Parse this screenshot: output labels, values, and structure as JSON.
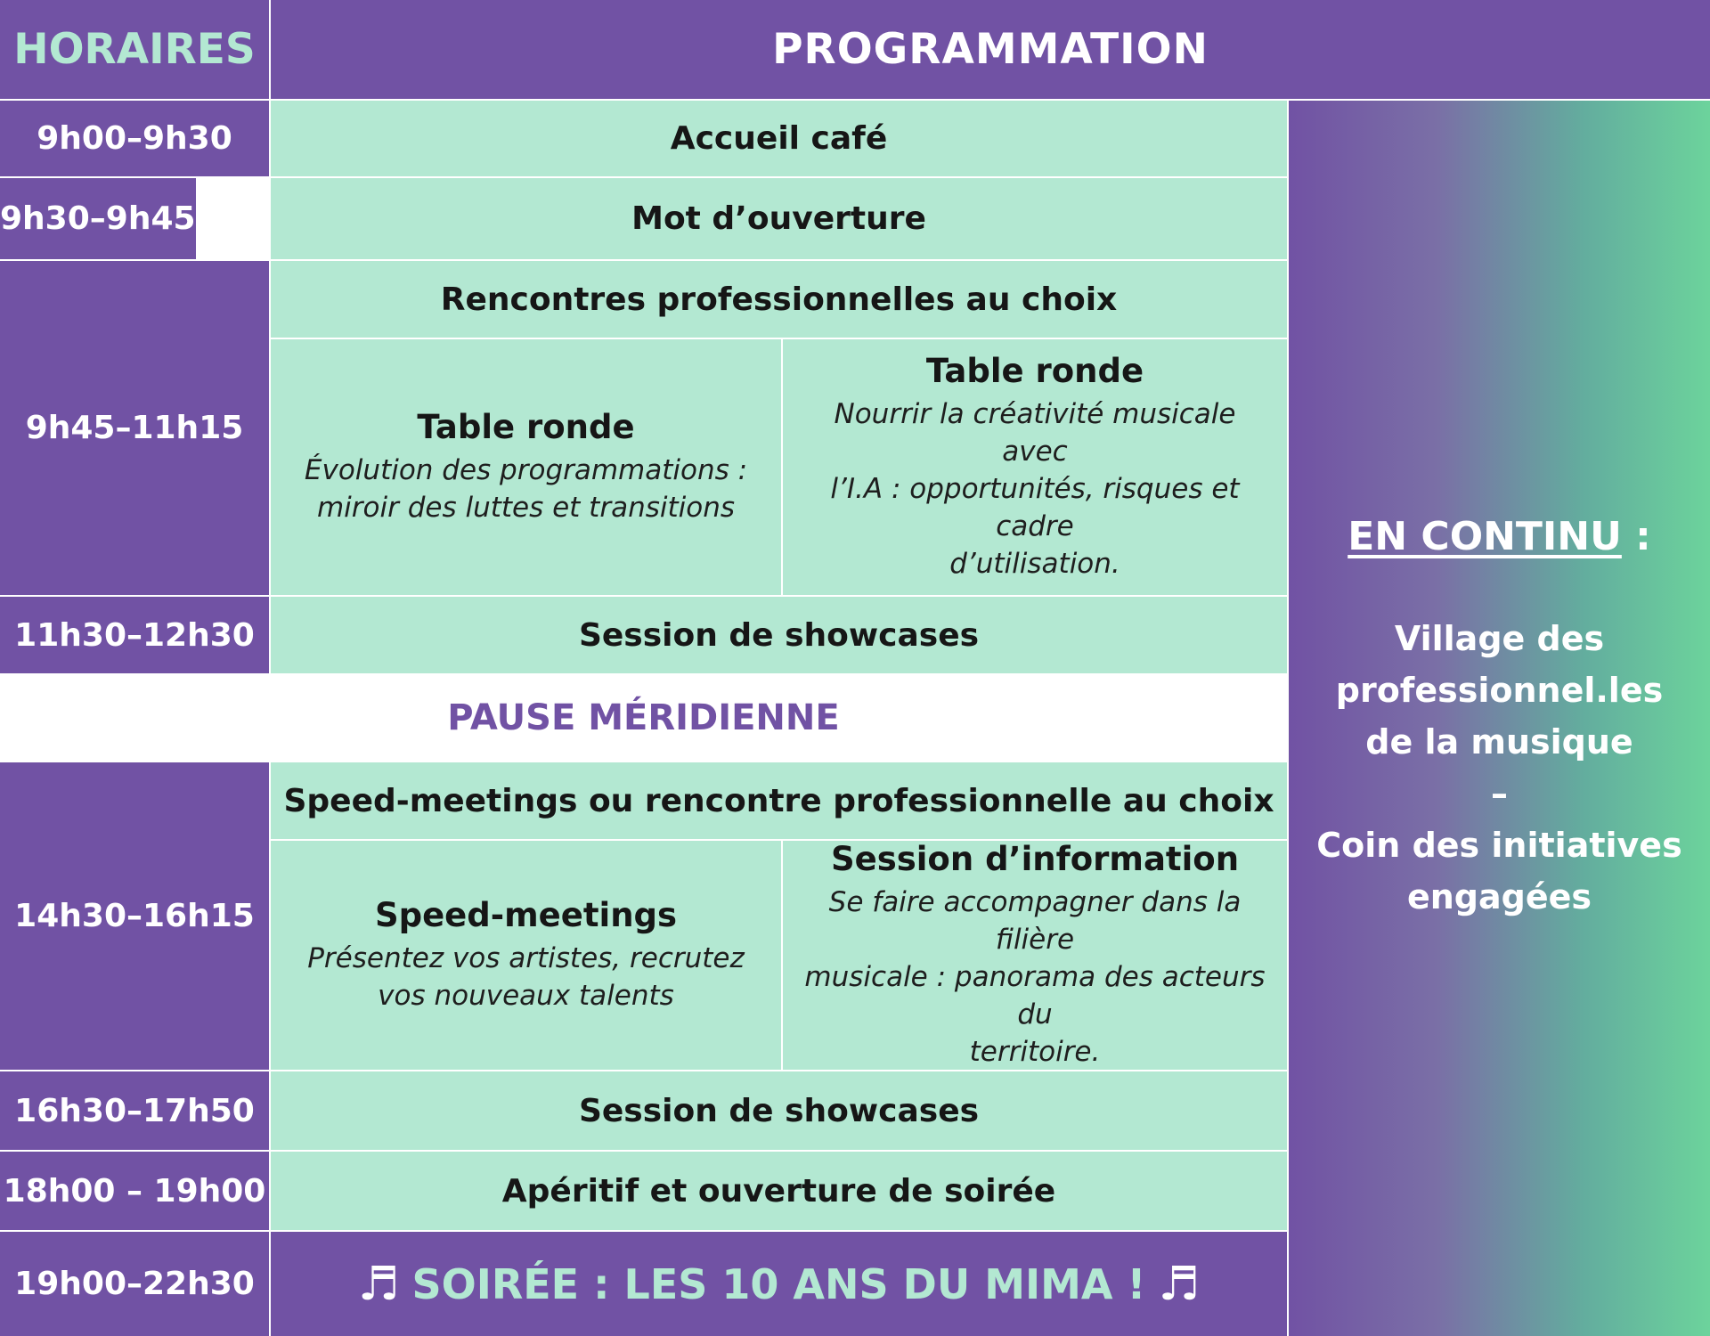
{
  "header": {
    "col_times": "HORAIRES",
    "col_program": "PROGRAMMATION"
  },
  "rows": [
    {
      "time": "9h00–9h30",
      "label": "Accueil café"
    },
    {
      "time": "9h30–9h45",
      "label": "Mot d’ouverture"
    },
    {
      "time": "9h45–11h15",
      "label": "Rencontres professionnelles au choix",
      "sessions": [
        {
          "title": "Table ronde",
          "desc_1": "Évolution des programmations :",
          "desc_2": "miroir des luttes et transitions",
          "desc_3": ""
        },
        {
          "title": "Table ronde",
          "desc_1": "Nourrir la créativité musicale avec",
          "desc_2": "l’I.A : opportunités, risques et cadre",
          "desc_3": "d’utilisation."
        }
      ]
    },
    {
      "time": "11h30–12h30",
      "label": "Session de showcases"
    },
    {
      "time": "14h30–16h15",
      "label": "Speed-meetings ou rencontre professionnelle au choix",
      "sessions": [
        {
          "title": "Speed-meetings",
          "desc_1": "Présentez vos artistes, recrutez",
          "desc_2": "vos nouveaux talents",
          "desc_3": ""
        },
        {
          "title": "Session d’information",
          "desc_1": "Se faire accompagner dans la filière",
          "desc_2": "musicale : panorama des acteurs du",
          "desc_3": "territoire."
        }
      ]
    },
    {
      "time": "16h30–17h50",
      "label": "Session de showcases"
    },
    {
      "time": "18h00 – 19h00",
      "label": "Apéritif et ouverture de soirée"
    },
    {
      "time": "19h00–22h30",
      "label": "SOIRÉE : LES 10 ANS DU MIMA !"
    }
  ],
  "pause": "PAUSE MÉRIDIENNE",
  "side": {
    "heading": "EN CONTINU",
    "heading_suffix": " :",
    "line_1": "Village des",
    "line_2": "professionnel.les",
    "line_3": "de la musique",
    "separator": "–",
    "line_4": "Coin des initiatives",
    "line_5": "engagées"
  },
  "icons": {
    "music": "music-note-icon"
  },
  "colors": {
    "purple": "#7152a4",
    "mint": "#b3e8d2",
    "gradient_end": "#6cd39c"
  }
}
